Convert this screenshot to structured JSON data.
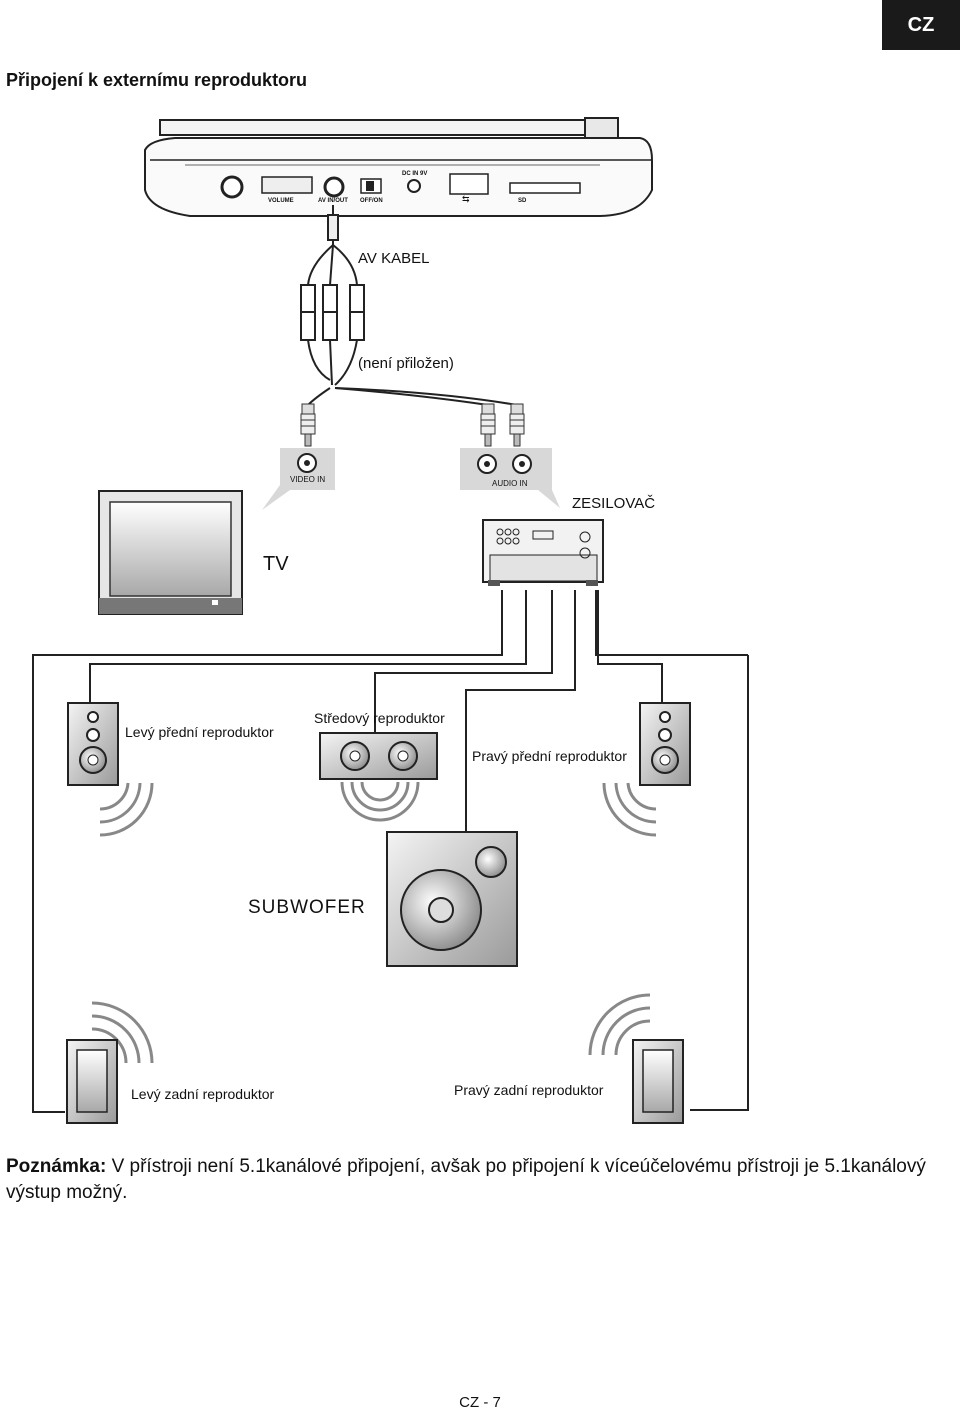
{
  "header": {
    "lang_badge": "CZ",
    "title": "Připojení k externímu reproduktoru"
  },
  "diagram": {
    "player_labels": {
      "volume": "VOLUME",
      "av_in_out": "AV IN/OUT",
      "off_on": "OFF/ON",
      "dc_in": "DC IN 9V"
    },
    "cable_label": "AV KABEL",
    "cable_note": "(není přiložen)",
    "video_in_label": "VIDEO IN",
    "audio_in_label": "AUDIO IN",
    "tv_label": "TV",
    "amplifier_label": "ZESILOVAČ",
    "front_left_label": "Levý přední reproduktor",
    "center_label": "Středový reproduktor",
    "front_right_label": "Pravý přední reproduktor",
    "subwoofer_label": "SUBWOFER",
    "rear_left_label": "Levý zadní reproduktor",
    "rear_right_label": "Pravý zadní reproduktor"
  },
  "note": {
    "prefix": "Poznámka:",
    "text": " V přístroji není 5.1kanálové připojení, avšak po připojení k víceúčelovému přístroji je 5.1kanálový výstup možný."
  },
  "footer": {
    "page_number": "CZ - 7"
  }
}
